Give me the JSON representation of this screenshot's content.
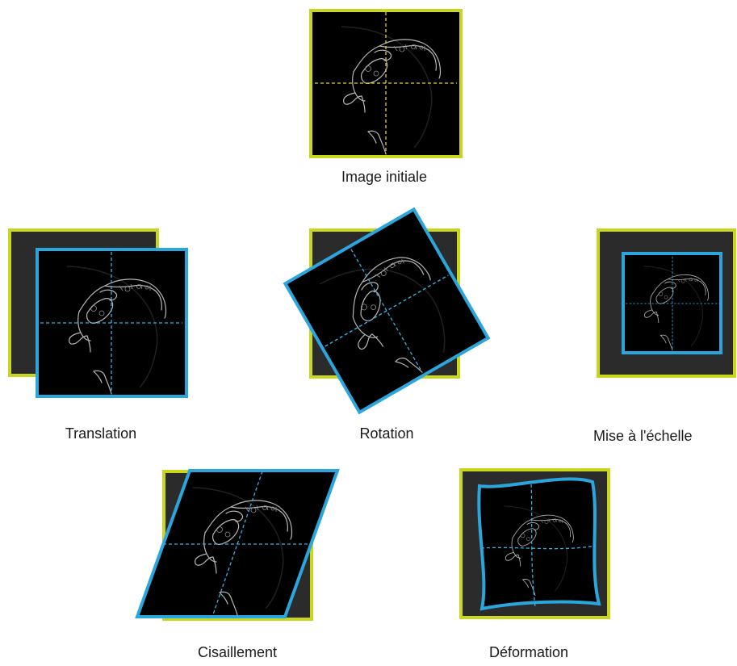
{
  "captions": {
    "initial": "Image initiale",
    "translation": "Translation",
    "rotation": "Rotation",
    "scaling": "Mise à l'échelle",
    "shear": "Cisaillement",
    "deformation": "Déformation"
  },
  "colors": {
    "reference_frame": "#c8d61d",
    "transformed_frame": "#2aa6dc",
    "background": "#000000",
    "reference_fill": "#2b2b2b",
    "caption_text": "#1a1a1a"
  }
}
